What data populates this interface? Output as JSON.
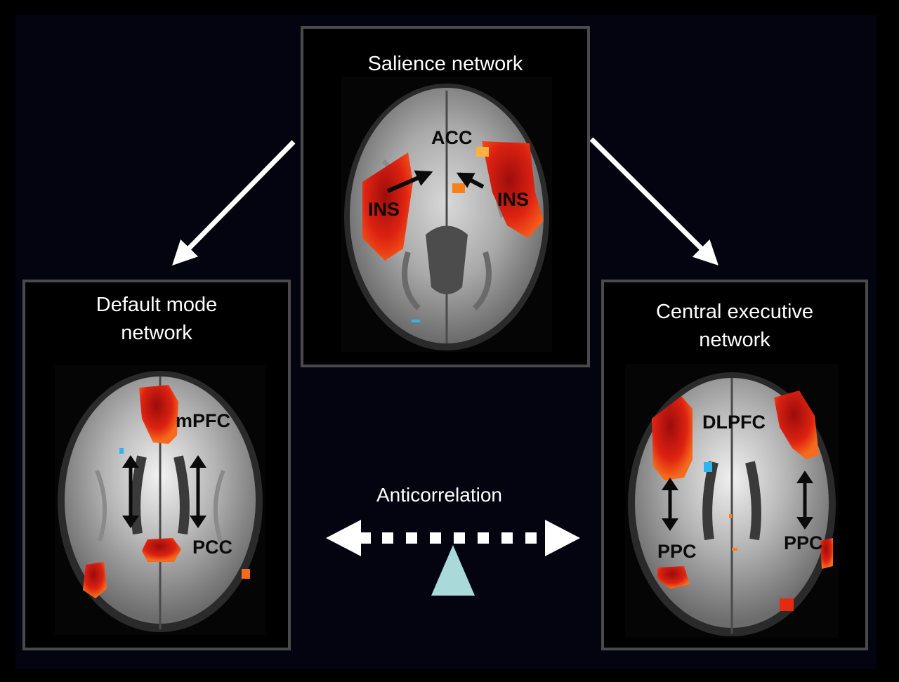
{
  "salience": {
    "title": "Salience network",
    "regions": [
      "ACC",
      "INS",
      "INS"
    ]
  },
  "default_mode": {
    "title_line1": "Default mode",
    "title_line2": "network",
    "regions": [
      "mPFC",
      "PCC"
    ]
  },
  "central_executive": {
    "title_line1": "Central executive",
    "title_line2": "network",
    "regions": [
      "DLPFC",
      "PPC",
      "PPC"
    ]
  },
  "anticorrelation": {
    "label": "Anticorrelation"
  },
  "colors": {
    "activation_red": "#e52a10",
    "activation_orange": "#f7801a",
    "deactivation_blue": "#2fb4f0",
    "pivot": "#a9d9d9",
    "panel_border": "#4a4a4a"
  }
}
